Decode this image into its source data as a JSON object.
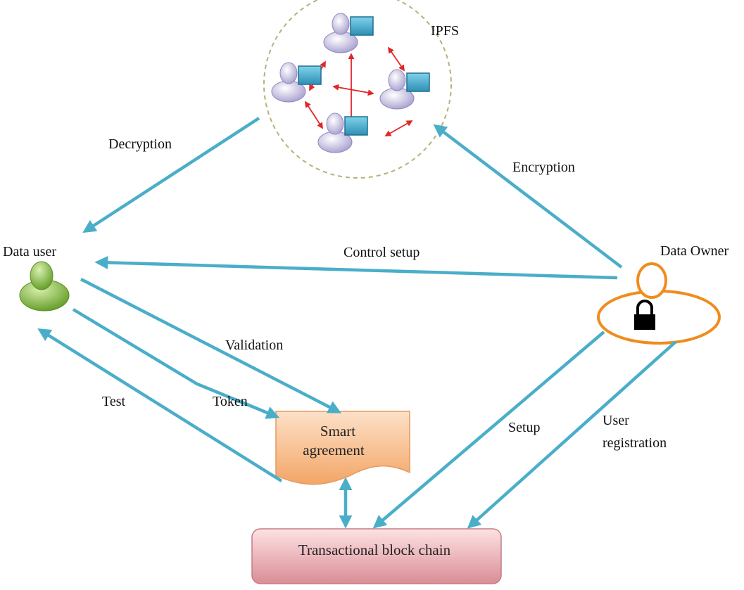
{
  "nodes": {
    "ipfs": "IPFS",
    "data_user": "Data user",
    "data_owner": "Data Owner",
    "smart_agreement": [
      "Smart",
      "agreement"
    ],
    "blockchain": "Transactional block chain"
  },
  "edges": {
    "decryption": "Decryption",
    "encryption": "Encryption",
    "control_setup": "Control setup",
    "validation": "Validation",
    "token": "Token",
    "test": "Test",
    "setup": "Setup",
    "user_registration": [
      "User",
      "registration"
    ]
  },
  "colors": {
    "arrow": "#4aaec9",
    "peer_link": "#e0262a",
    "user_icon": "#7fb53a",
    "owner_icon": "#f08c1e",
    "agreement_fill": "#f7b883",
    "blockchain_fill": "#e7a1a8"
  },
  "icons": {
    "peer": "person-with-computer-icon",
    "user": "person-icon",
    "owner": "person-lock-icon"
  }
}
